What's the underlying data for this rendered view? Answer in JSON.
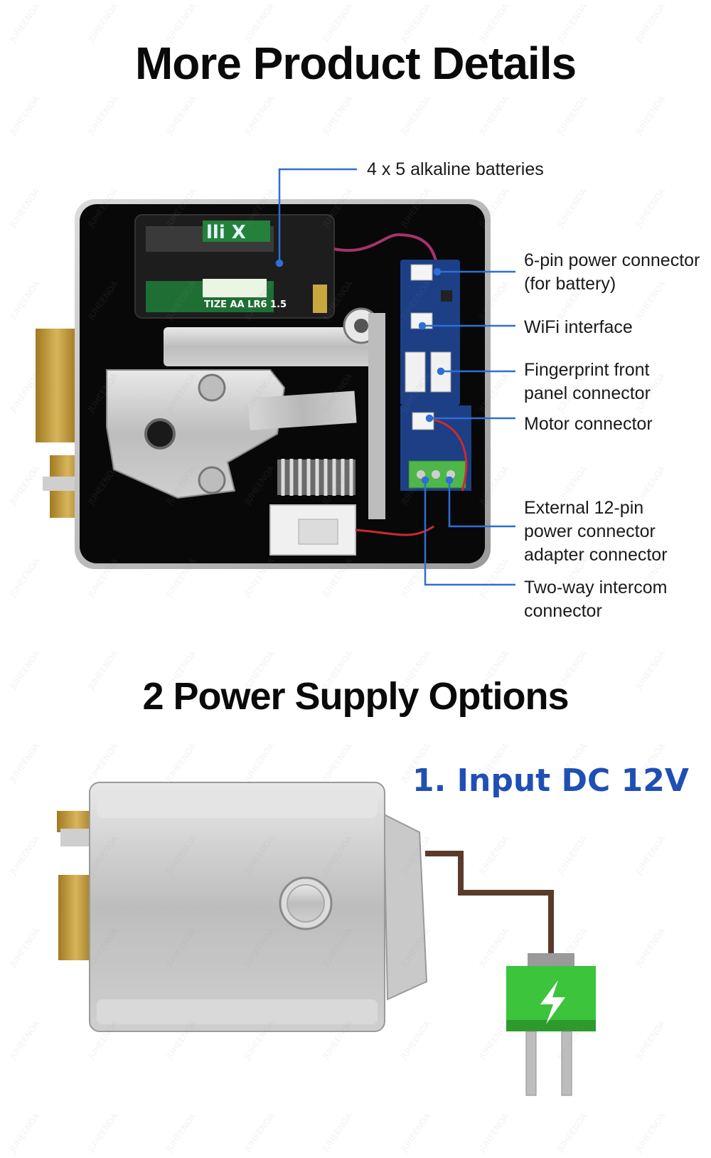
{
  "section1": {
    "title": "More Product Details",
    "callouts": [
      {
        "id": "batteries",
        "lines": [
          "4 x 5 alkaline batteries"
        ]
      },
      {
        "id": "six-pin",
        "lines": [
          "6-pin power connector",
          "(for battery)"
        ]
      },
      {
        "id": "wifi",
        "lines": [
          "WiFi interface"
        ]
      },
      {
        "id": "fingerprint",
        "lines": [
          "Fingerprint front",
          "panel connector"
        ]
      },
      {
        "id": "motor",
        "lines": [
          "Motor connector"
        ]
      },
      {
        "id": "external",
        "lines": [
          "External 12-pin",
          "power connector",
          "adapter connector"
        ]
      },
      {
        "id": "intercom",
        "lines": [
          "Two-way intercom",
          "connector"
        ]
      }
    ],
    "battery_print_top": "lli X",
    "battery_print_bottom": "TIZE AA LR6 1.5"
  },
  "section2": {
    "title": "2 Power Supply Options",
    "option1": "1. Input DC 12V"
  },
  "colors": {
    "callout_line": "#2d6fd6",
    "accent_blue": "#1f4fb5",
    "cable": "#5a3b2a",
    "plug_green": "#3cc43c",
    "board_blue": "#1c3f86"
  },
  "watermark": "JUHEENOA"
}
